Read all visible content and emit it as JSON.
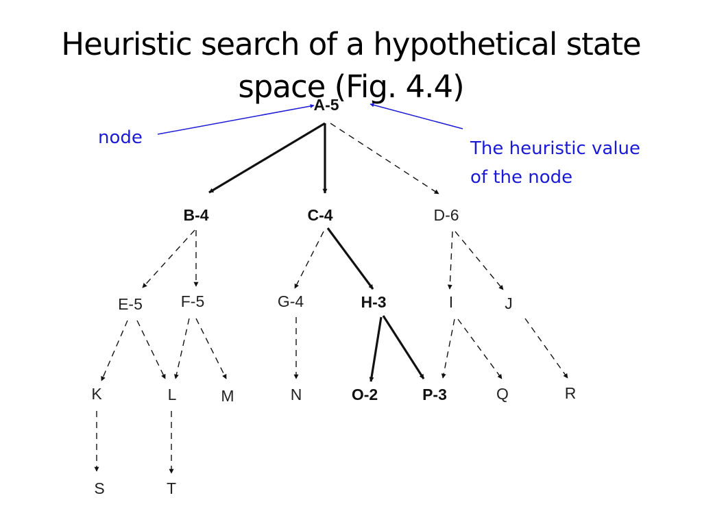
{
  "title": {
    "line1": "Heuristic search of a hypothetical state",
    "line2": "space (Fig. 4.4)"
  },
  "callouts": {
    "node": "node",
    "heuristic_line1": "The heuristic value",
    "heuristic_line2": "of the node"
  },
  "colors": {
    "callout": "#1a1ad6",
    "edge": "#111111"
  },
  "nodes": {
    "A": "A-5",
    "B": "B-4",
    "C": "C-4",
    "D": "D-6",
    "E": "E-5",
    "F": "F-5",
    "G": "G-4",
    "H": "H-3",
    "I": "I",
    "J": "J",
    "K": "K",
    "L": "L",
    "M": "M",
    "N": "N",
    "O": "O-2",
    "P": "P-3",
    "Q": "Q",
    "R": "R",
    "S": "S",
    "T": "T"
  },
  "bold_nodes": [
    "A",
    "B",
    "C",
    "H",
    "O",
    "P"
  ],
  "edges": [
    {
      "from": "A",
      "to": "B",
      "style": "solid"
    },
    {
      "from": "A",
      "to": "C",
      "style": "solid"
    },
    {
      "from": "A",
      "to": "D",
      "style": "dashed"
    },
    {
      "from": "B",
      "to": "E",
      "style": "dashed"
    },
    {
      "from": "B",
      "to": "F",
      "style": "dashed"
    },
    {
      "from": "C",
      "to": "G",
      "style": "dashed"
    },
    {
      "from": "C",
      "to": "H",
      "style": "solid"
    },
    {
      "from": "D",
      "to": "I",
      "style": "dashed"
    },
    {
      "from": "D",
      "to": "J",
      "style": "dashed"
    },
    {
      "from": "E",
      "to": "K",
      "style": "dashed"
    },
    {
      "from": "E",
      "to": "L",
      "style": "dashed"
    },
    {
      "from": "F",
      "to": "L",
      "style": "dashed"
    },
    {
      "from": "F",
      "to": "M",
      "style": "dashed"
    },
    {
      "from": "G",
      "to": "N",
      "style": "dashed"
    },
    {
      "from": "H",
      "to": "O",
      "style": "solid"
    },
    {
      "from": "H",
      "to": "P",
      "style": "solid"
    },
    {
      "from": "I",
      "to": "P",
      "style": "dashed"
    },
    {
      "from": "I",
      "to": "Q",
      "style": "dashed"
    },
    {
      "from": "J",
      "to": "R",
      "style": "dashed"
    },
    {
      "from": "K",
      "to": "S",
      "style": "dashed"
    },
    {
      "from": "L",
      "to": "T",
      "style": "dashed"
    }
  ]
}
